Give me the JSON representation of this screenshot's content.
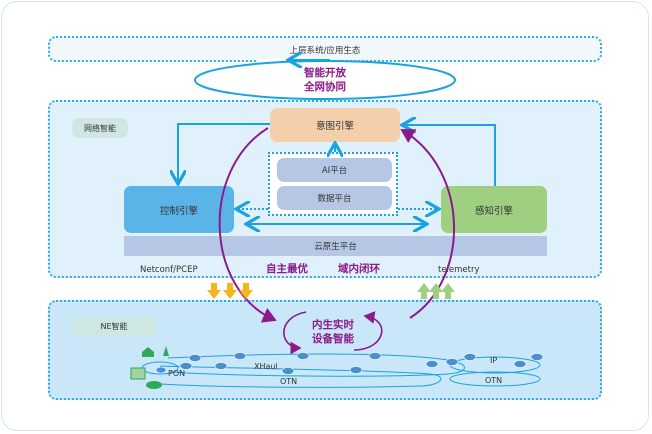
{
  "top_layer": {
    "label": "上层系统/应用生态"
  },
  "open_loop": {
    "line1": "智能开放",
    "line2": "全网协同"
  },
  "network_layer": {
    "tag": "网络智能",
    "intent_engine": "意图引擎",
    "ai_platform": "AI平台",
    "data_platform": "数据平台",
    "control_engine": "控制引擎",
    "sense_engine": "感知引擎",
    "cloud_platform": "云原生平台",
    "southbound_left": "Netconf/PCEP",
    "southbound_right": "telemetry",
    "loop_left": "自主最优",
    "loop_right": "域内闭环"
  },
  "ne_layer": {
    "tag": "NE智能",
    "loop_line1": "内生实时",
    "loop_line2": "设备智能",
    "ring_labels": {
      "pon": "PON",
      "xhaul": "XHaul",
      "otn_left": "OTN",
      "ip": "IP",
      "otn_right": "OTN"
    }
  },
  "colors": {
    "accent_blue": "#1aa3e0",
    "purple": "#8b1a8b",
    "intent": "#f3cfab",
    "platform": "#b6c7e6",
    "control": "#5bb4e8",
    "sense": "#9fcf80",
    "down_arrow": "#f3b61f",
    "up_arrow": "#9fcf80"
  }
}
